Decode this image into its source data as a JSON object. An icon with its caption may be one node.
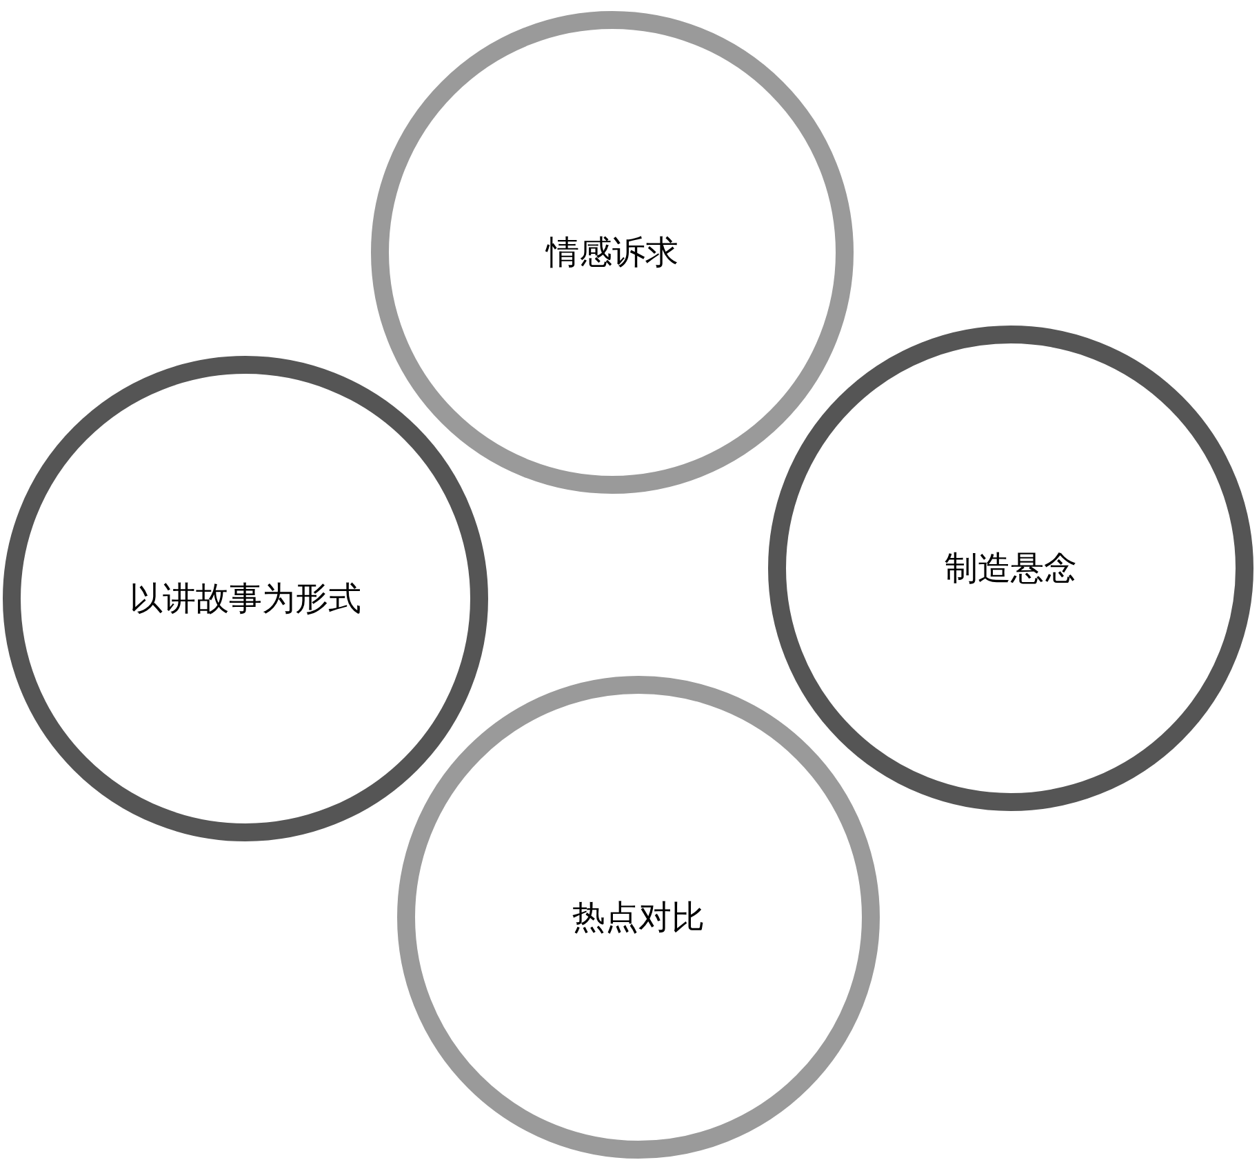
{
  "diagram": {
    "nodes": [
      {
        "text": [
          "情感诉求"
        ]
      },
      {
        "text": [
          "以讲故事为形式"
        ]
      },
      {
        "text": [
          "制造悬念"
        ]
      },
      {
        "text": [
          "热点对比"
        ]
      }
    ]
  }
}
